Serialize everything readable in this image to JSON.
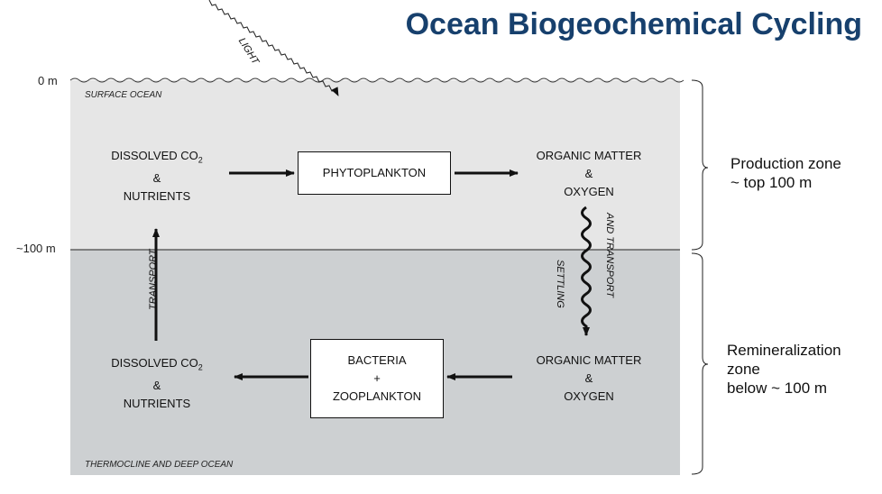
{
  "title": "Ocean Biogeochemical Cycling",
  "depth_labels": {
    "surface": "0 m",
    "boundary": "~100 m"
  },
  "regions": {
    "surface": "SURFACE OCEAN",
    "deep": "THERMOCLINE AND DEEP OCEAN"
  },
  "light_label": "LIGHT",
  "nodes": {
    "top_left": {
      "line1": "DISSOLVED CO",
      "sub": "2",
      "line2": "&",
      "line3": "NUTRIENTS"
    },
    "phytoplankton": "PHYTOPLANKTON",
    "top_right": {
      "line1": "ORGANIC MATTER",
      "line2": "&",
      "line3": "OXYGEN"
    },
    "bottom_right": {
      "line1": "ORGANIC MATTER",
      "line2": "&",
      "line3": "OXYGEN"
    },
    "bacteria": {
      "line1": "BACTERIA",
      "line2": "+",
      "line3": "ZOOPLANKTON"
    },
    "bottom_left": {
      "line1": "DISSOLVED CO",
      "sub": "2",
      "line2": "&",
      "line3": "NUTRIENTS"
    }
  },
  "flow_labels": {
    "transport": "TRANSPORT",
    "settling": "SETTLING",
    "and_transport": "AND TRANSPORT"
  },
  "zones": {
    "production": [
      "Production zone",
      "~ top 100 m"
    ],
    "remineralization": [
      "Remineralization",
      "zone",
      "below ~ 100 m"
    ]
  },
  "colors": {
    "title": "#17406d",
    "surface_layer": "#e6e6e6",
    "deep_layer": "#cdd0d2"
  }
}
